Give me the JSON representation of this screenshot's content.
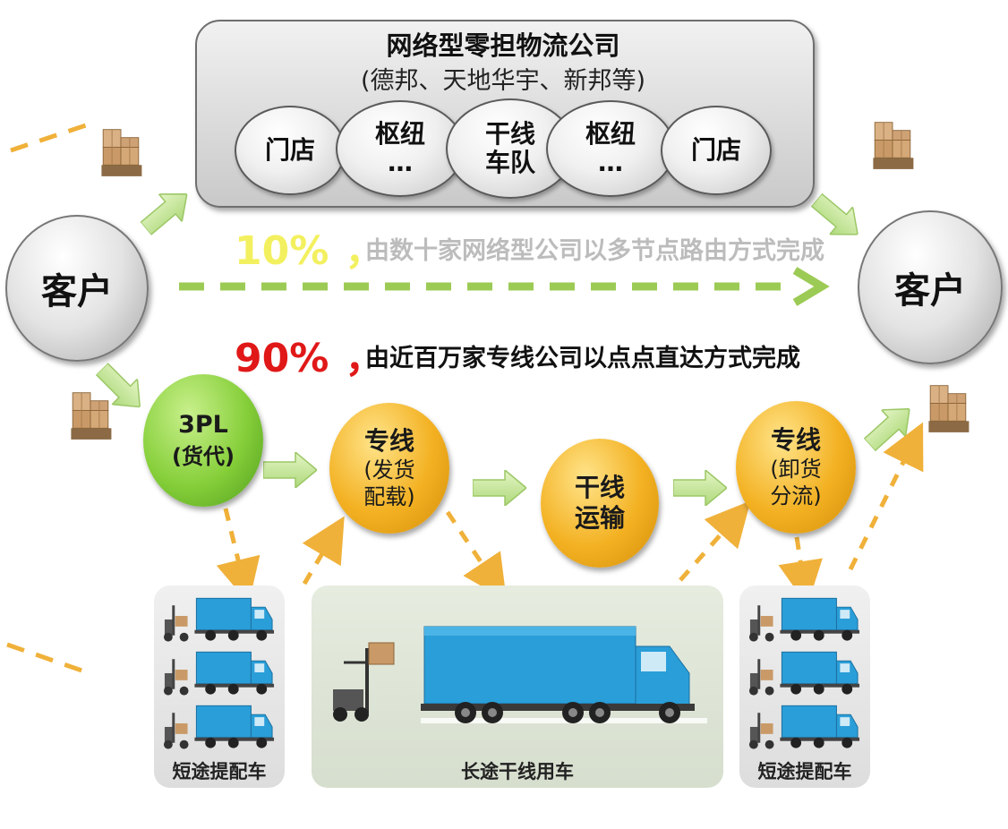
{
  "network_group": {
    "title": "网络型零担物流公司",
    "subtitle": "(德邦、天地华宇、新邦等)",
    "nodes": [
      {
        "lines": [
          "门店"
        ]
      },
      {
        "lines": [
          "枢纽",
          "…"
        ]
      },
      {
        "lines": [
          "干线",
          "车队"
        ]
      },
      {
        "lines": [
          "枢纽",
          "…"
        ]
      },
      {
        "lines": [
          "门店"
        ]
      }
    ]
  },
  "customer_left": "客户",
  "customer_right": "客户",
  "route_network": {
    "percent": "10%",
    "separator": "，",
    "description": "由数十家网络型公司以多节点路由方式完成"
  },
  "route_dedicated": {
    "percent": "90%",
    "separator": "，",
    "description": "由近百万家专线公司以点点直达方式完成"
  },
  "flow_nodes": {
    "third_party": {
      "title": "3PL",
      "sub": "(货代)"
    },
    "line_send": {
      "title": "专线",
      "sub1": "(发货",
      "sub2": "配载)"
    },
    "trunk": {
      "title1": "干线",
      "title2": "运输"
    },
    "line_receive": {
      "title": "专线",
      "sub1": "(卸货",
      "sub2": "分流)"
    }
  },
  "vehicle_panels": {
    "left": "短途提配车",
    "middle": "长途干线用车",
    "right": "短途提配车"
  },
  "colors": {
    "ten_percent": "#f3f060",
    "ninety_percent": "#e01818",
    "arrow_green": "#b7dd7f",
    "dashed_orange": "#f0b13a",
    "dashed_green": "#9ccb55"
  }
}
